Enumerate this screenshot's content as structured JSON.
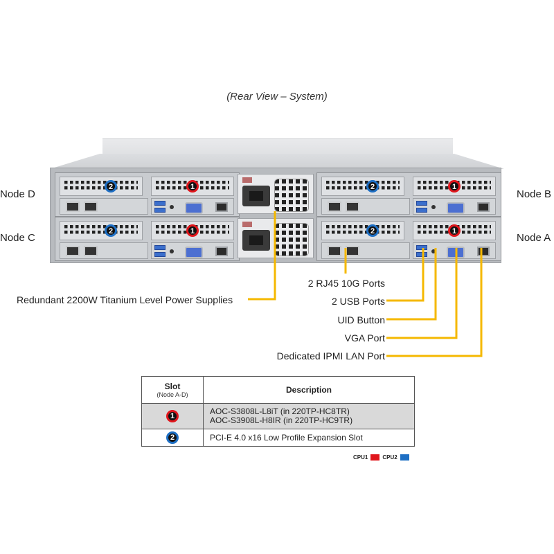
{
  "title": "(Rear View – System)",
  "nodes": {
    "top_left": "Node D",
    "bottom_left": "Node C",
    "top_right": "Node B",
    "bottom_right": "Node A"
  },
  "callouts": {
    "power": "Redundant  2200W Titanium  Level  Power Supplies",
    "rj45": "2 RJ45  10G Ports",
    "usb": "2 USB Ports",
    "uid": "UID  Button",
    "vga": "VGA Port",
    "ipmi": "Dedicated IPMI  LAN Port"
  },
  "colors": {
    "callout_line": "#f5b800",
    "cpu1": "#e0161c",
    "cpu2": "#1e6fc4"
  },
  "slot_badges": {
    "cpu1": "1",
    "cpu2": "2"
  },
  "table": {
    "headers": {
      "slot": "Slot",
      "slot_sub": "(Node A-D)",
      "description": "Description"
    },
    "rows": [
      {
        "slot": "1",
        "cpu": "cpu1",
        "lines": [
          "AOC-S3808L-L8iT  (in 220TP-HC8TR)",
          "AOC-S3908L-H8IR  (in 220TP-HC9TR)"
        ]
      },
      {
        "slot": "2",
        "cpu": "cpu2",
        "lines": [
          "PCI-E 4.0 x16 Low Profile Expansion Slot"
        ]
      }
    ]
  },
  "legend": [
    {
      "label": "CPU1",
      "color": "#e0161c"
    },
    {
      "label": "CPU2",
      "color": "#1e6fc4"
    }
  ]
}
